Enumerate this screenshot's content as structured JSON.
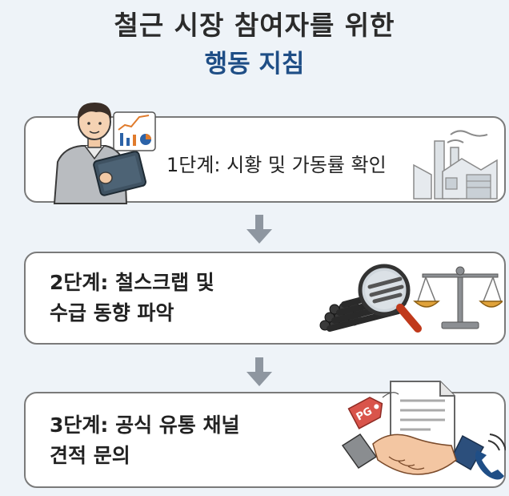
{
  "title": {
    "line1": "철근 시장 참여자를 위한",
    "line2": "행동 지침"
  },
  "steps": [
    {
      "line1": "1단계: 시황 및 가동률 확인"
    },
    {
      "line1": "2단계: 철스크랩 및",
      "line2": "수급 동향 파악"
    },
    {
      "line1": "3단계: 공식 유통 채널",
      "line2": "견적 문의"
    }
  ],
  "illustrations": {
    "tag_text": "PG"
  },
  "colors": {
    "title_dark": "#2b2b2b",
    "title_accent": "#1f4e86",
    "card_border": "#7a7a7a",
    "arrow": "#8e96a0",
    "background": "#eef3f8"
  }
}
